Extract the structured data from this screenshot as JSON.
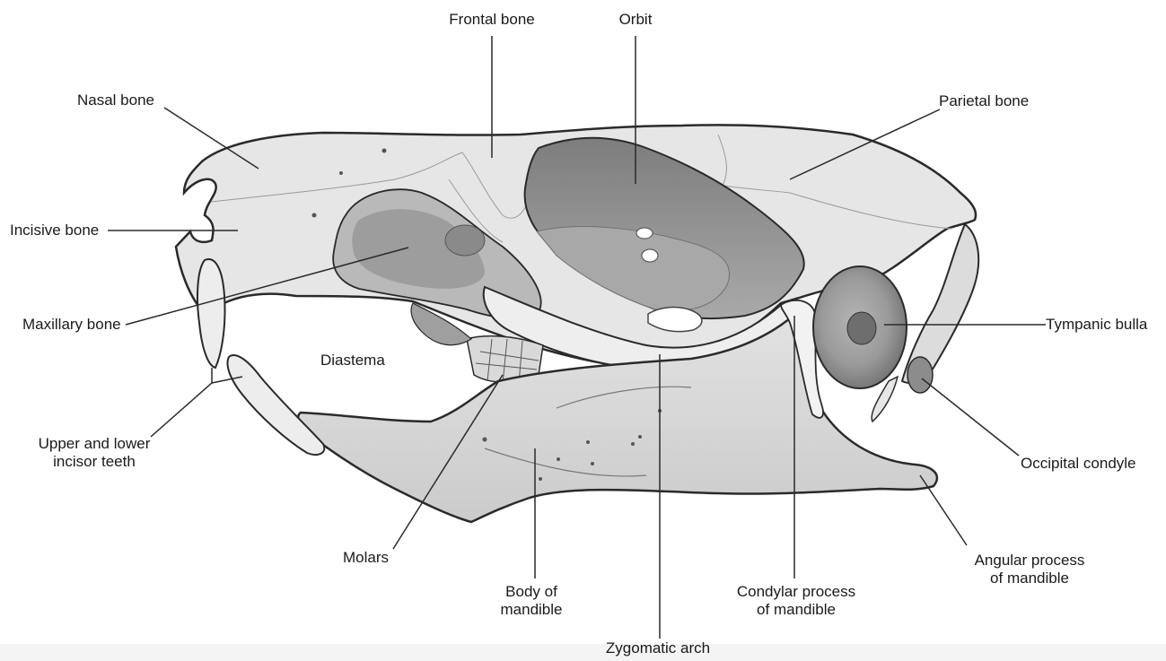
{
  "labels": {
    "frontal_bone": "Frontal bone",
    "orbit": "Orbit",
    "nasal_bone": "Nasal bone",
    "parietal_bone": "Parietal bone",
    "incisive_bone": "Incisive bone",
    "maxillary_bone": "Maxillary bone",
    "tympanic_bulla": "Tympanic bulla",
    "diastema": "Diastema",
    "incisor_teeth": "Upper and lower\nincisor teeth",
    "occipital_condyle": "Occipital condyle",
    "molars": "Molars",
    "body_of_mandible": "Body of\nmandible",
    "condylar_process": "Condylar process\nof mandible",
    "angular_process": "Angular process\nof mandible",
    "zygomatic_arch": "Zygomatic arch"
  },
  "colors": {
    "bone_light": "#e6e6e6",
    "bone_mid": "#cfcfcf",
    "cavity_dark": "#8f8f8f",
    "outline": "#2a2a2a",
    "leader": "#2a2a2a",
    "text": "#1a1a1a"
  }
}
